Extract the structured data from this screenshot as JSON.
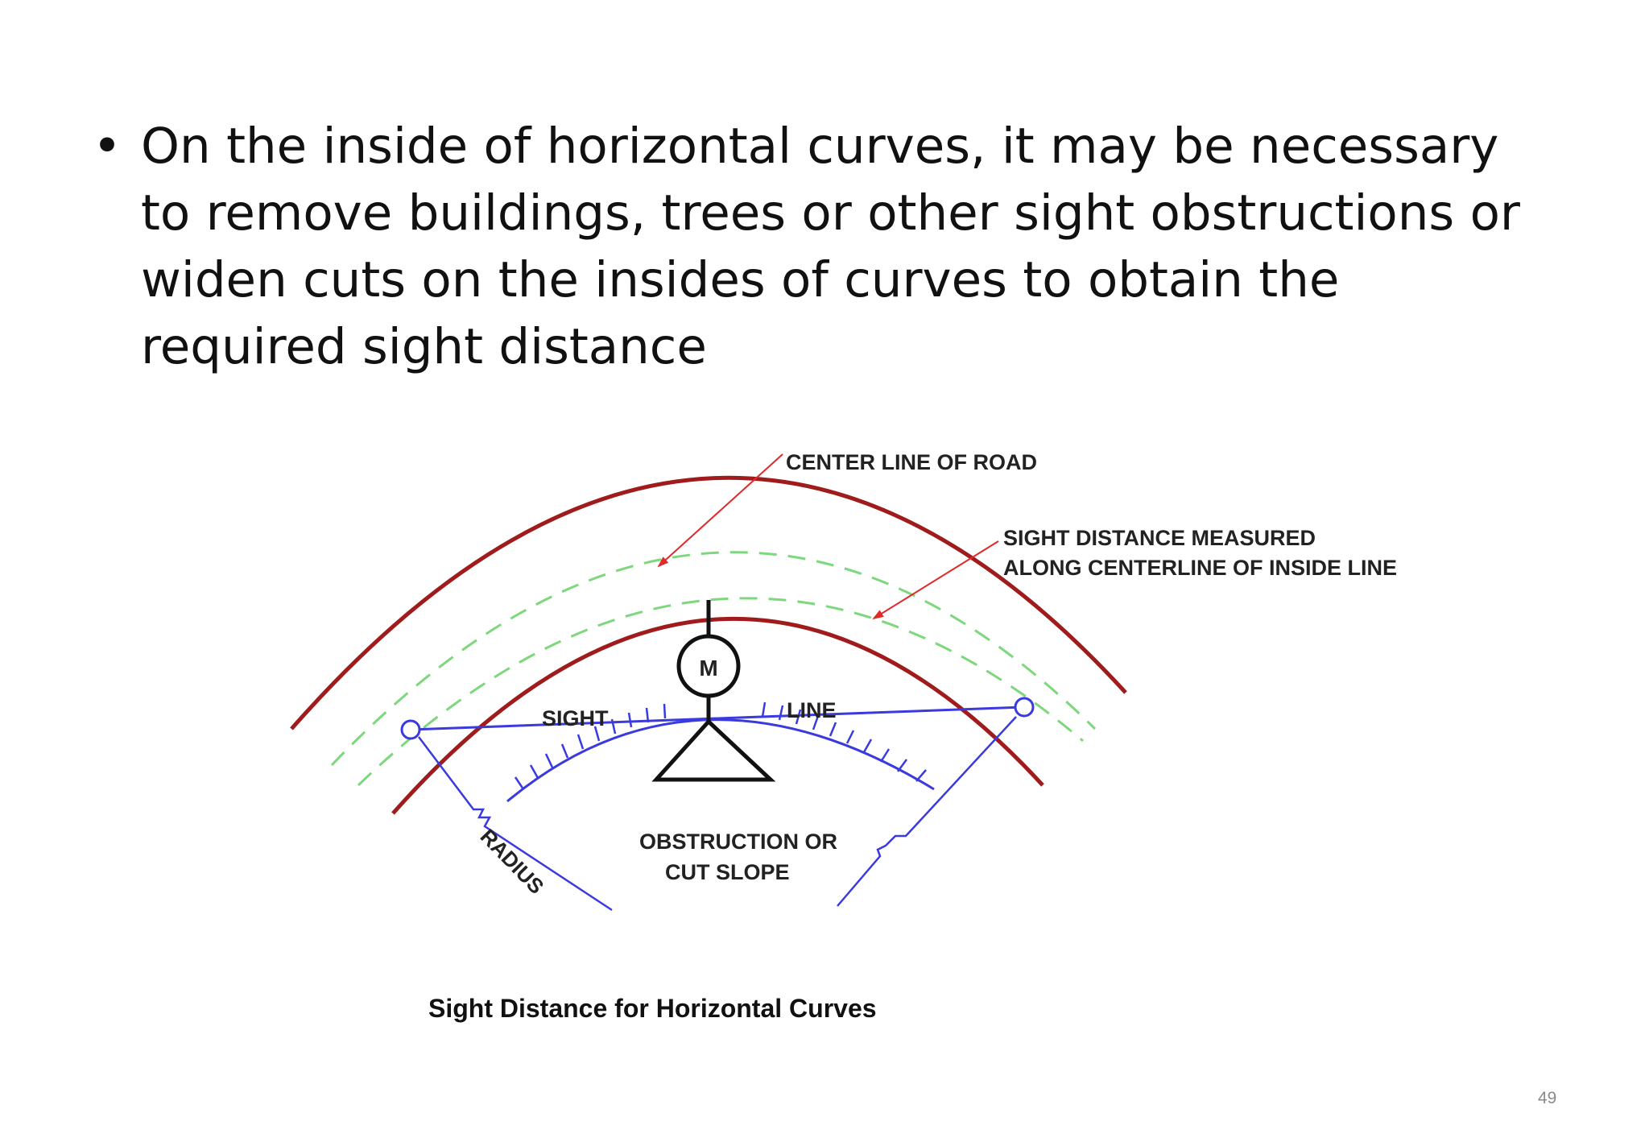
{
  "slide": {
    "bullet_symbol": "•",
    "bullet_text": "On the inside of horizontal curves, it may be necessary to remove buildings, trees or other sight obstructions or widen cuts on the insides of curves to obtain the required sight distance",
    "caption": "Sight Distance for Horizontal Curves",
    "page_number": "49"
  },
  "diagram": {
    "labels": {
      "center_line": "CENTER LINE OF ROAD",
      "sight_distance_1": "SIGHT DISTANCE MEASURED",
      "sight_distance_2": "ALONG CENTERLINE OF INSIDE LINE",
      "sight": "SIGHT",
      "line": "LINE",
      "middle_ordinate": "M",
      "radius": "RADIUS",
      "obstruction_1": "OBSTRUCTION OR",
      "obstruction_2": "CUT SLOPE"
    },
    "colors": {
      "road_edge": "#a01c1c",
      "center_line": "#7dd87d",
      "sight_line": "#3a3adf",
      "leader": "#e02a2a",
      "ink": "#111111"
    }
  }
}
